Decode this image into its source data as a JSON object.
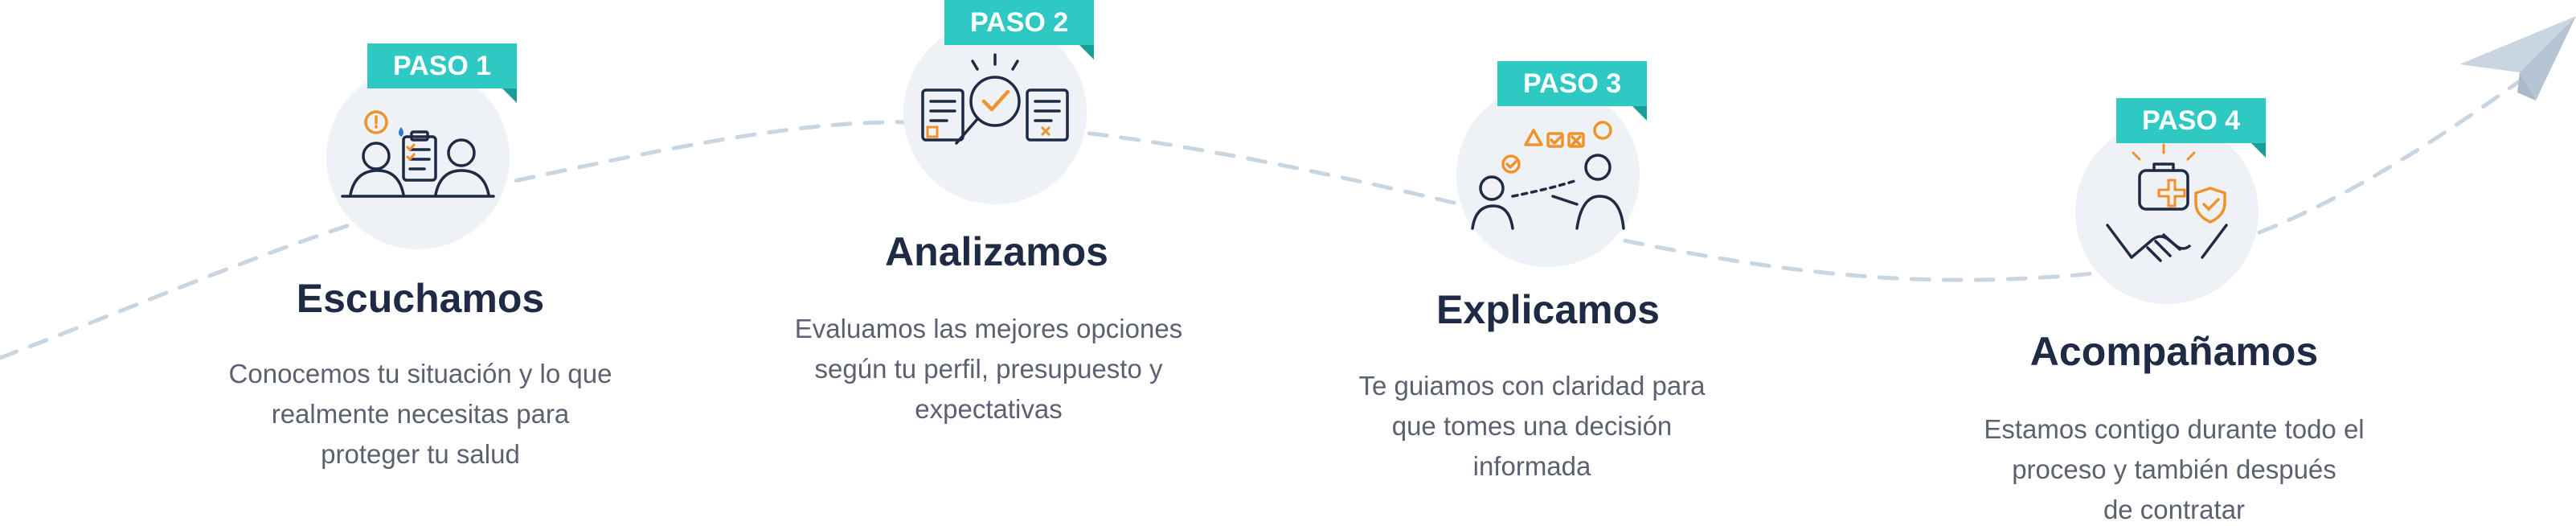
{
  "steps": [
    {
      "badge": "PASO 1",
      "icon": "listening-consultation-icon",
      "title": "Escuchamos",
      "desc": [
        "Conocemos tu situación y lo que",
        "realmente necesitas para",
        "proteger tu salud"
      ]
    },
    {
      "badge": "PASO 2",
      "icon": "magnifier-documents-icon",
      "title": "Analizamos",
      "desc": [
        "Evaluamos las mejores opciones",
        "según tu perfil, presupuesto y",
        "expectativas"
      ]
    },
    {
      "badge": "PASO 3",
      "icon": "explaining-options-icon",
      "title": "Explicamos",
      "desc": [
        "Te guiamos con claridad para",
        "que tomes una decisión",
        "informada"
      ]
    },
    {
      "badge": "PASO 4",
      "icon": "handshake-medical-kit-icon",
      "title": "Acompañamos",
      "desc": [
        "Estamos contigo durante todo el",
        "proceso y también después",
        "de contratar"
      ]
    }
  ],
  "colors": {
    "badge": "#2ec9c3",
    "badge_fold": "#1a9e99",
    "circle": "#eef1f5",
    "title": "#1f2a44",
    "text": "#5b6170",
    "path": "#c9d6e2",
    "accent_orange": "#f0922b",
    "icon_stroke": "#1f2a44"
  },
  "decor": {
    "plane": "paper-plane-icon"
  }
}
